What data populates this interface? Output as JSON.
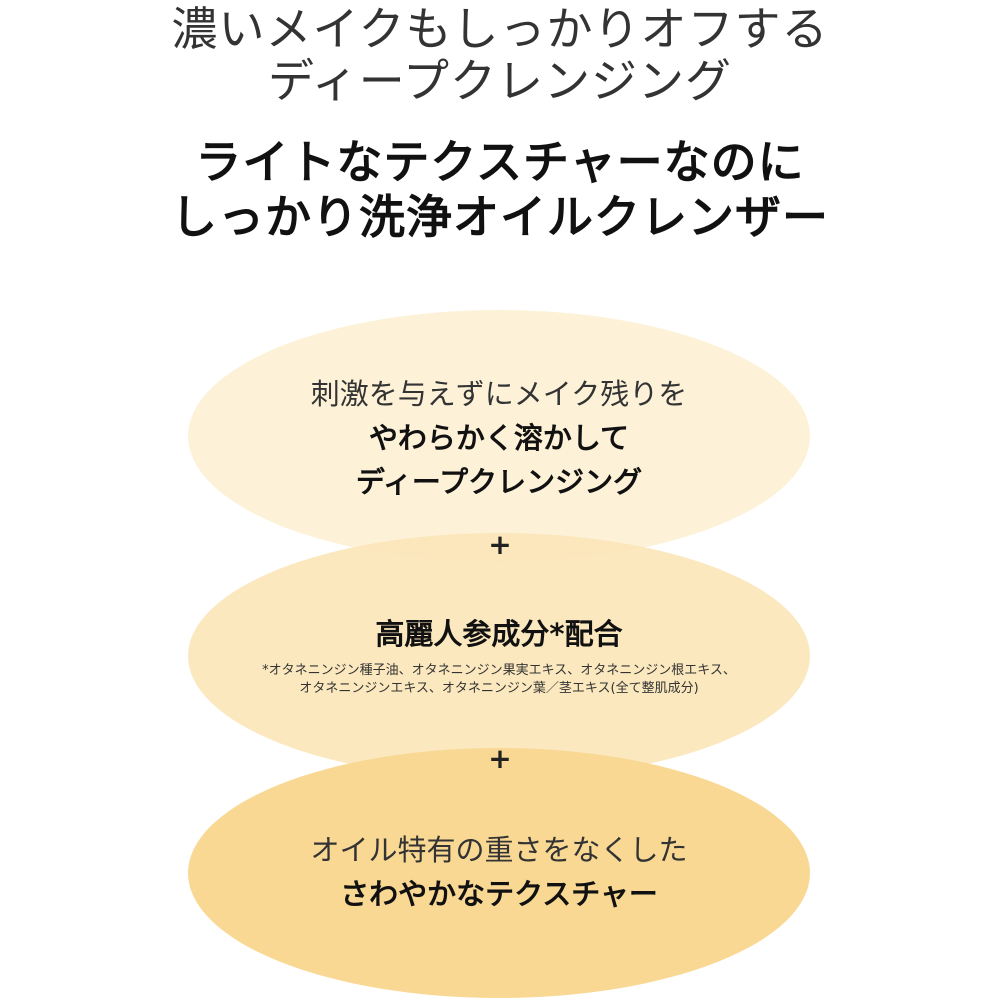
{
  "headline": {
    "line1": "濃いメイクもしっかりオフする",
    "line2": "ディープクレンジング"
  },
  "subheadline": {
    "line1": "ライトなテクスチャーなのに",
    "line2": "しっかり洗浄オイルクレンザー"
  },
  "features": [
    {
      "light": "刺激を与えずにメイク残りを",
      "bold1": "やわらかく溶かして",
      "bold2": "ディープクレンジング"
    },
    {
      "bold": "高麗人参成分*配合",
      "footnote1": "*オタネニンジン種子油、オタネニンジン果実エキス、オタネニンジン根エキス、",
      "footnote2": "オタネニンジンエキス、オタネニンジン葉／茎エキス(全て整肌成分)"
    },
    {
      "light": "オイル特有の重さをなくした",
      "bold": "さわやかなテクスチャー"
    }
  ],
  "connectors": {
    "plus1": "+",
    "plus2": "+"
  },
  "colors": {
    "circle1": "#fdf1d6",
    "circle2": "#fbe6b8",
    "circle3": "#f9d894",
    "text_dark": "#111111",
    "text_light": "#333333"
  }
}
